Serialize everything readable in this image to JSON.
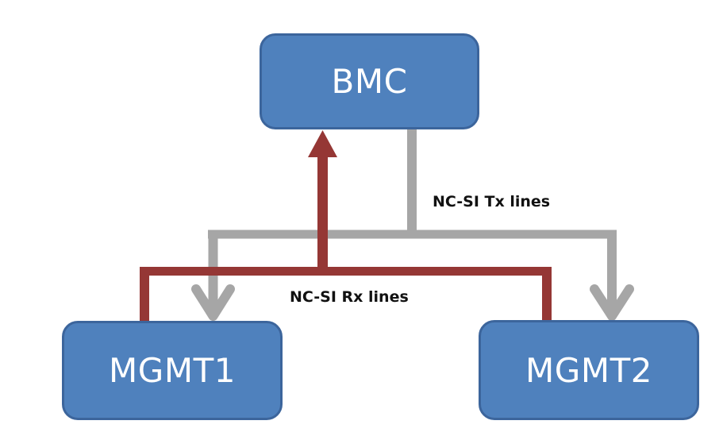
{
  "diagram": {
    "nodes": [
      {
        "id": "bmc",
        "label": "BMC"
      },
      {
        "id": "mgmt1",
        "label": "MGMT1"
      },
      {
        "id": "mgmt2",
        "label": "MGMT2"
      }
    ],
    "edges": [
      {
        "from": "bmc",
        "to": "mgmt1",
        "type": "tx",
        "label": "NC-SI Tx lines"
      },
      {
        "from": "bmc",
        "to": "mgmt2",
        "type": "tx",
        "label": "NC-SI Tx lines"
      },
      {
        "from": "mgmt1",
        "to": "bmc",
        "type": "rx",
        "label": "NC-SI Rx lines"
      },
      {
        "from": "mgmt2",
        "to": "bmc",
        "type": "rx",
        "label": "NC-SI Rx lines"
      }
    ],
    "labels": {
      "tx": "NC-SI Tx lines",
      "rx": "NC-SI Rx lines"
    },
    "colors": {
      "box_fill": "#4f81bd",
      "box_border": "#3c659c",
      "tx_line": "#a6a6a6",
      "rx_line": "#953735",
      "box_text": "#ffffff"
    }
  }
}
